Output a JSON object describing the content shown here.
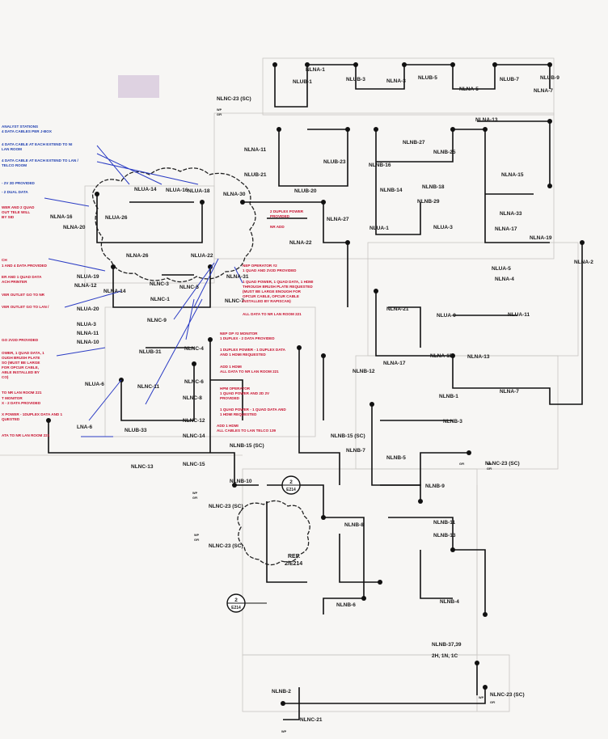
{
  "colors": {
    "circuit": "#111111",
    "markup_red": "#c8102e",
    "markup_blue": "#1f3fb0",
    "background": "#f7f6f4"
  },
  "circuit_labels": [
    "NLUB-1",
    "NLUB-3",
    "NLUB-5",
    "NLUB-7",
    "NLUB-9",
    "NLNA-1",
    "NLNA-3",
    "NLNA-5",
    "NLNA-7",
    "NLNC-23 (SC)",
    "NLNA-13",
    "NLNA-11",
    "NLNB-27",
    "NLNB-25",
    "NLUB-23",
    "NLUB-21",
    "NLUB-20",
    "NLNB-16",
    "NLNB-14",
    "NLNB-18",
    "NLNB-29",
    "NLNA-15",
    "NLUA-14",
    "NLUA-16",
    "NLUA-18",
    "NLNA-30",
    "NLNA-16",
    "NLNA-20",
    "NLUA-26",
    "NLNA-33",
    "NLNA-17",
    "NLNA-19",
    "NLNA-22",
    "NLNA-2",
    "NLUA-1",
    "NLUA-3",
    "NLNA-26",
    "NLUA-22",
    "NLNA-14",
    "NLNA-12",
    "NLNA-31",
    "NLNC-3",
    "NLNC-5",
    "NLNC-1",
    "NLNC-7",
    "NLNA-4",
    "NLNA-21",
    "NLUA-9",
    "NLUA-11",
    "NLUA-5",
    "NLNC-9",
    "NLUB-31",
    "NLNC-4",
    "NLNA-15",
    "NLNA-13",
    "NLNA-17",
    "NLNC-6",
    "NLNB-12",
    "NLNC-11",
    "NLNC-8",
    "NLNB-1",
    "NLNA-7",
    "NLUA-6",
    "NLNC-12",
    "NLNC-14",
    "NLUB-33",
    "NLNB-3",
    "LNA-6",
    "NLNB-15 (SC)",
    "NLNB-15 (SC)",
    "NLNB-7",
    "NLNB-5",
    "NLNC-13",
    "NLNC-15",
    "NLNC-23 (SC)",
    "NLNB-10",
    "NLNB-9",
    "NLNC-23 (SC)",
    "NLNB-8",
    "NLNB-11",
    "NLNB-13",
    "NLNC-23 (SC)",
    "NLNB-6",
    "NLNB-4",
    "NLNB-37,39",
    "2H, 1N, 1C",
    "NLNB-2",
    "NLNC-23 (SC)",
    "NLNC-21",
    "NLUA-19",
    "NLUA-20",
    "NLUA-3",
    "NLNA-11",
    "NLNA-10",
    "NLNA-27"
  ],
  "ref_tag": {
    "line1": "REF.",
    "line2": "2/E214"
  },
  "section_markers": [
    {
      "num": "2",
      "sheet": "E214"
    },
    {
      "num": "2",
      "sheet": "E214"
    }
  ],
  "markup_notes_left": [
    "ANALYST STATIONS",
    "4 DATA CABLES PER J-BOX",
    "4 DATA CABLE AT EACH EXTEND TO NI",
    "LAN ROOM",
    "4 DATA CABLE AT EACH EXTEND TO LAN /",
    "TELCO ROOM",
    "- 2V 2D PROVIDED",
    "- 2 DUAL DATA",
    "WER AND 2 QUAD",
    "OUT TELE WILL",
    "BY SID",
    "CH",
    "1 AND 4 DATA PROVIDED",
    "ER AND 1 QUAD DATA",
    "ACH PRINTER",
    "VER OUTLET GO TO NR",
    "VER OUTLET GO TO LAN /",
    "GO 2V2D PROVIDED",
    "OWER, 1 QUAD DATA, 1",
    "OUGH BRUSH PLATE",
    "SO (MUST BE LARGE",
    "FOR OPCUR CABLE,",
    "ABLE INSTALLED BY",
    "CO)",
    "TO NR LAN ROOM 221",
    "T MONITOR",
    "X - 2 DATA PROVIDED",
    "X POWER - 1DUPLEX DATA AND 1",
    "QUESTED",
    "ATA TO NR LAN ROOM 221"
  ],
  "markup_notes_center": [
    "2 DUPLEX POWER",
    "PROVIDED",
    "NR ADD",
    "NEP OPERATOR #2",
    "1 QUAD AND 2V2D PROVIDED",
    "1 QUAD POWER, 1 QUAD DATA, 1 HDMI",
    "THROUGH BRUSH PLATE REQUESTED",
    "(MUST BE LARGE ENOUGH FOR",
    "OPCUR CABLE, OPCUR CABLE",
    "INSTALLED BY RAPISCAN)",
    "ALL DATA TO NR LAN ROOM 221",
    "NEP OP #2 MONITOR",
    "1 DUPLEX - 2 DATA PROVIDED",
    "1 DUPLEX POWER - 1 DUPLEX DATA",
    "AND 1 HDMI REQUESTED",
    "ADD 1 HDMI",
    "ALL DATA TO NR LAN ROOM 221",
    "HPM OPERATOR",
    "1 QUAD POWER AND 2D 2V",
    "PROVIDED",
    "1 QUAD POWER - 1 QUAD DATA AND",
    "1 HDMI REQUESTED",
    "ADD 1 HDMI",
    "ALL CABLES TO LAN TELCO 139"
  ],
  "tiny_tags": [
    "WP",
    "GFI",
    "GFI",
    "WP",
    "GFI",
    "WP",
    "GFI",
    "WP",
    "GFI",
    "WP",
    "GFI",
    "WP"
  ]
}
